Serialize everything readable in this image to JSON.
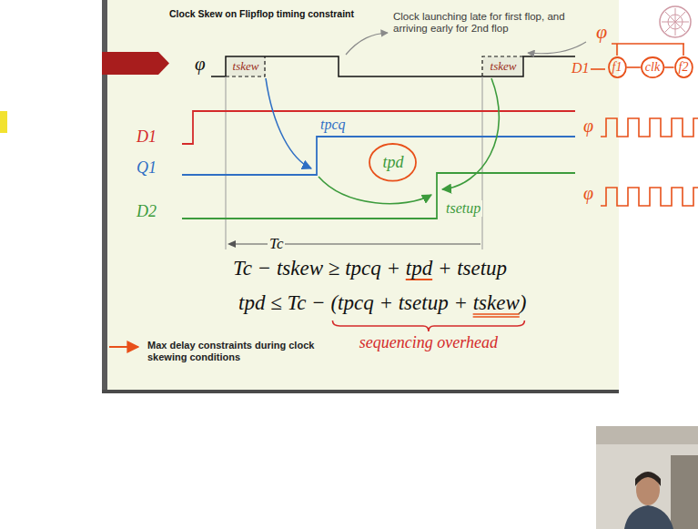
{
  "diagram": {
    "title": "Clock Skew on Flipflop timing constraint",
    "nodes": [
      {
        "text": [
          "tskew"
        ]
      },
      {
        "text": [
          "tpd"
        ]
      },
      {
        "text": [
          "tskew"
        ]
      },
      {
        "text": [
          "f1"
        ]
      },
      {
        "text": [
          "clk"
        ]
      },
      {
        "text": [
          "f2"
        ]
      }
    ],
    "edges": [
      {
        "from": 3,
        "to": 4,
        "arrow": "none"
      },
      {
        "from": 4,
        "to": 5,
        "arrow": "none"
      }
    ],
    "labels": [
      "Clock launching late for first flop, and arriving early for 2nd flop",
      "φ",
      "D1",
      "Q1",
      "D2",
      "tpcq",
      "tsetup",
      "Tc",
      "Tc − tskew ≥ tpcq + tpd + tsetup",
      "tpd ≤ Tc − (tpcq + tsetup + tskew)",
      "sequencing overhead",
      "Max delay constraints during clock skewing conditions",
      "φ",
      "D1",
      "φ",
      "φ"
    ]
  }
}
